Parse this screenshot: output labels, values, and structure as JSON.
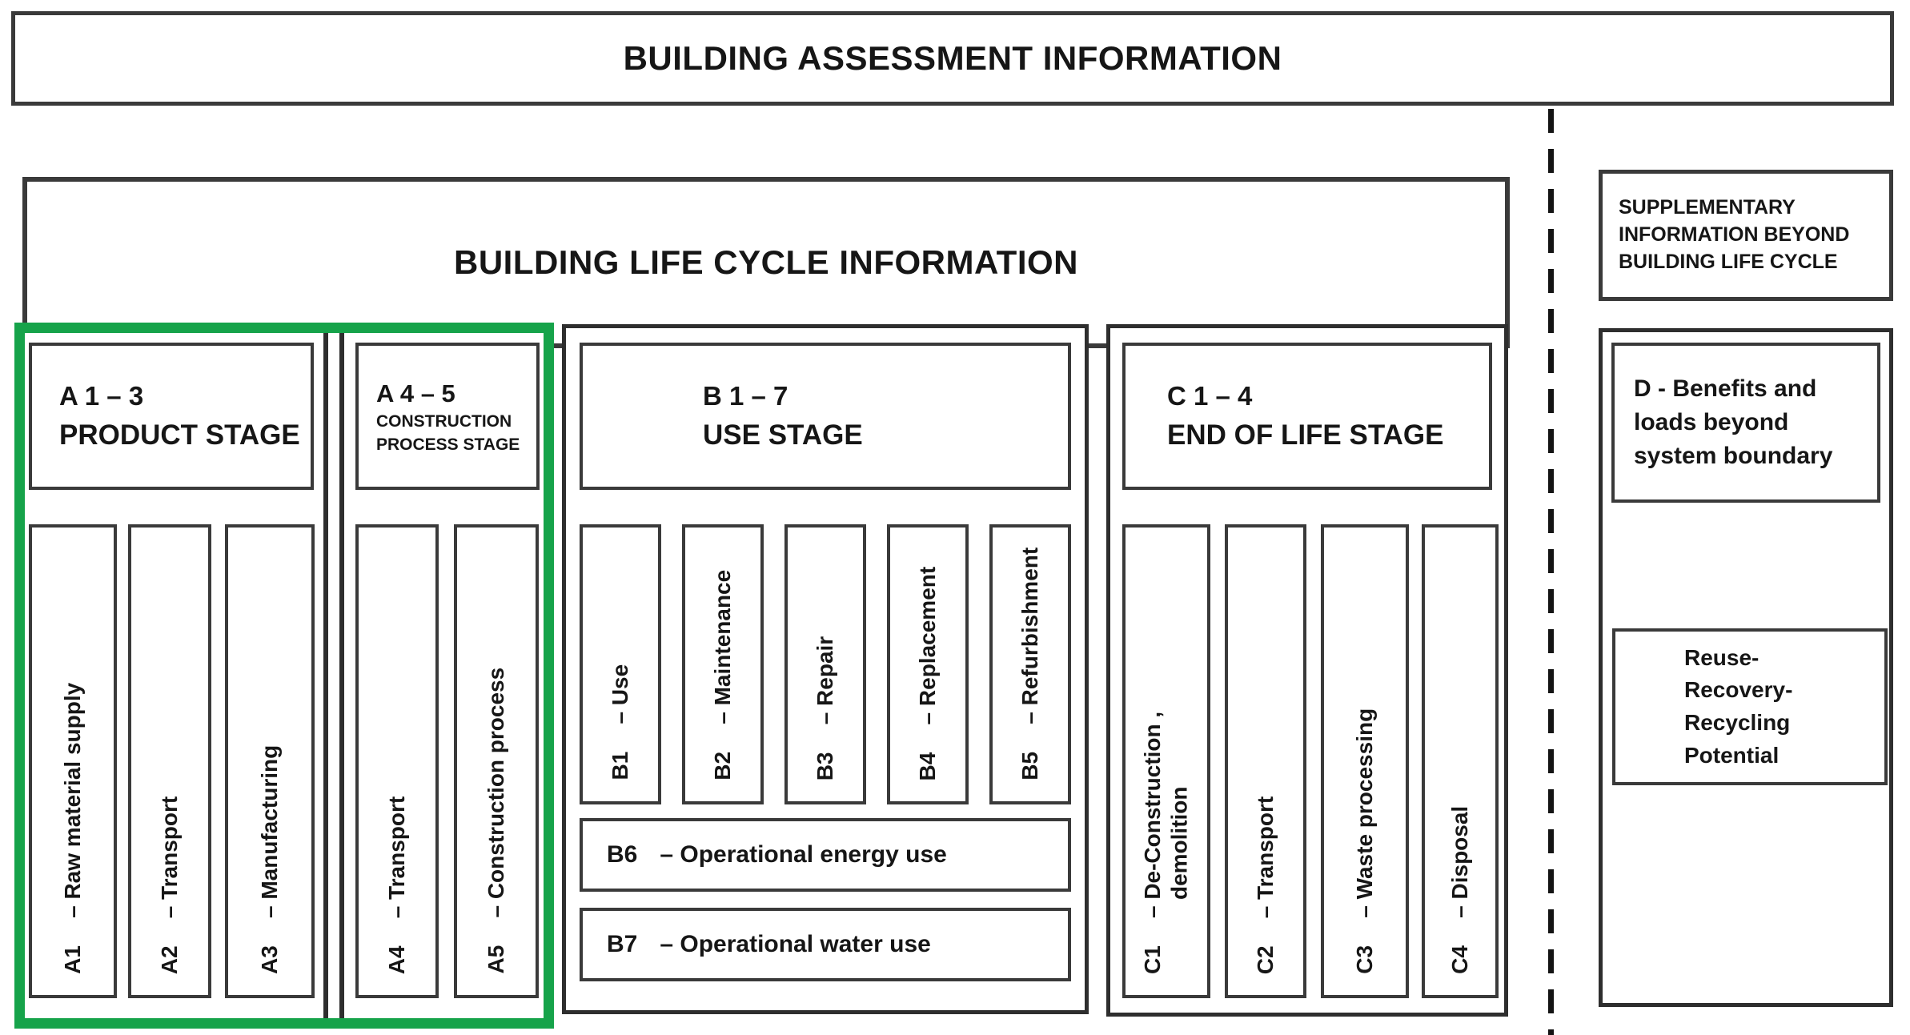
{
  "colors": {
    "highlight_green": "#16a34a",
    "border_dark": "#3a3a3a"
  },
  "banners": {
    "assessment": "BUILDING ASSESSMENT INFORMATION",
    "life_cycle": "BUILDING LIFE CYCLE INFORMATION",
    "supplementary_lines": [
      "SUPPLEMENTARY",
      "INFORMATION BEYOND",
      "BUILDING LIFE CYCLE"
    ]
  },
  "stages": [
    {
      "code": "A 1 – 3",
      "name": "PRODUCT STAGE",
      "modules": [
        {
          "code": "A1",
          "label": "– Raw material supply"
        },
        {
          "code": "A2",
          "label": "– Transport"
        },
        {
          "code": "A3",
          "label": "– Manufacturing"
        }
      ]
    },
    {
      "code": "A 4 – 5",
      "name": "CONSTRUCTION PROCESS STAGE",
      "modules": [
        {
          "code": "A4",
          "label": "– Transport"
        },
        {
          "code": "A5",
          "label": "– Construction process"
        }
      ]
    },
    {
      "code": "B 1 – 7",
      "name": "USE STAGE",
      "modules": [
        {
          "code": "B1",
          "label": "– Use"
        },
        {
          "code": "B2",
          "label": "– Maintenance"
        },
        {
          "code": "B3",
          "label": "– Repair"
        },
        {
          "code": "B4",
          "label": "– Replacement"
        },
        {
          "code": "B5",
          "label": "– Refurbishment"
        }
      ],
      "wide_modules": [
        {
          "code": "B6",
          "label": "– Operational energy use"
        },
        {
          "code": "B7",
          "label": "– Operational water use"
        }
      ]
    },
    {
      "code": "C 1 – 4",
      "name": "END OF LIFE STAGE",
      "modules": [
        {
          "code": "C1",
          "label": "– De-Construction ,",
          "label2": "demolition"
        },
        {
          "code": "C2",
          "label": "– Transport"
        },
        {
          "code": "C3",
          "label": "– Waste processing"
        },
        {
          "code": "C4",
          "label": "– Disposal"
        }
      ]
    }
  ],
  "d_stage": {
    "title_lines": [
      "D - Benefits and",
      "loads beyond",
      "system boundary"
    ],
    "reuse_lines": [
      "Reuse-",
      "Recovery-",
      "Recycling",
      "Potential"
    ]
  }
}
